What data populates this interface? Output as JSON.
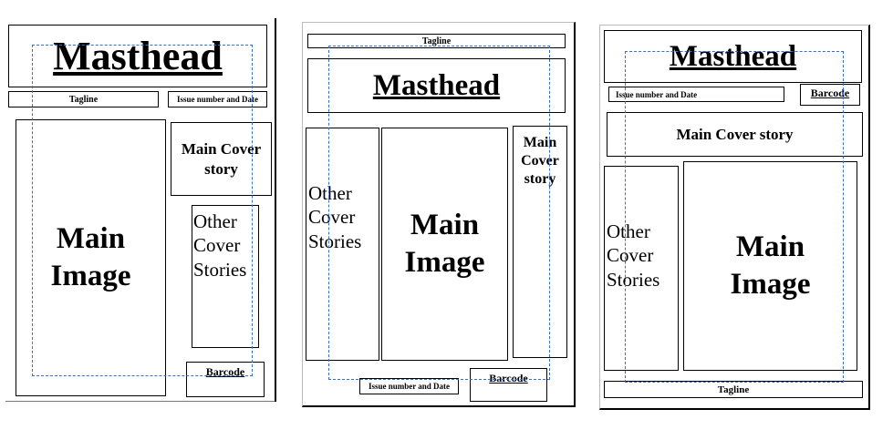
{
  "layouts": [
    {
      "masthead": "Masthead",
      "tagline": "Tagline",
      "issue": "Issue number and Date",
      "main_cover": "Main Cover story",
      "other_cover": [
        "Other",
        "Cover",
        "Stories"
      ],
      "main_image": [
        "Main",
        "Image"
      ],
      "barcode": "Barcode"
    },
    {
      "tagline": "Tagline",
      "masthead": "Masthead",
      "other_cover": [
        "Other",
        "Cover",
        "Stories"
      ],
      "main_image": [
        "Main",
        "Image"
      ],
      "main_cover": [
        "Main",
        "Cover",
        "story"
      ],
      "issue": "Issue number and Date",
      "barcode": "Barcode"
    },
    {
      "masthead": "Masthead",
      "issue": "Issue number and Date",
      "barcode": "Barcode",
      "main_cover": "Main Cover story",
      "other_cover": [
        "Other",
        "Cover",
        "Stories"
      ],
      "main_image": [
        "Main",
        "Image"
      ],
      "tagline": "Tagline"
    }
  ]
}
